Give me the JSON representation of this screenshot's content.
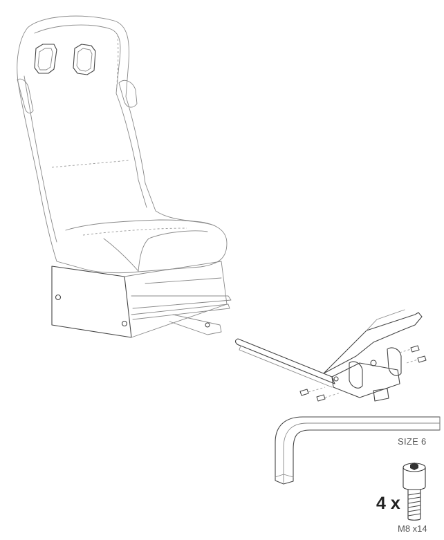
{
  "labels": {
    "wrench_size": "SIZE 6",
    "bolt_quantity": "4 x",
    "bolt_spec": "M8 x14"
  }
}
